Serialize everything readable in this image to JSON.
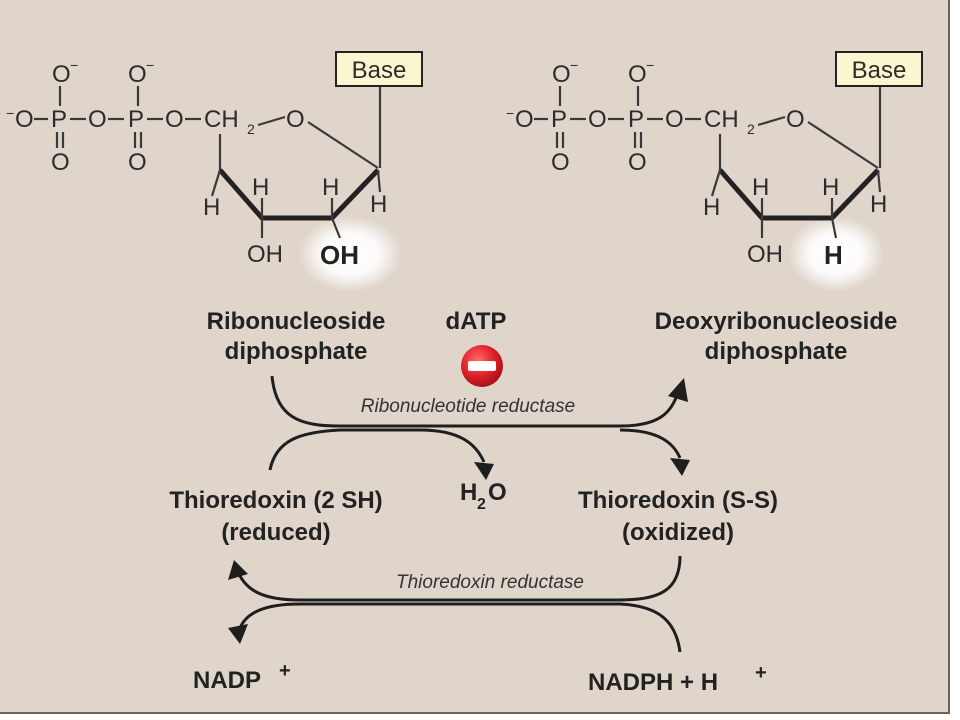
{
  "molecule_left": {
    "base_box": "Base",
    "o_minus": "O",
    "minus": "−",
    "left_minus": "−",
    "o": "O",
    "p": "P",
    "ch2": "CH",
    "ch2_sub": "2",
    "h": "H",
    "oh_3": "OH",
    "oh_2": "OH"
  },
  "molecule_right": {
    "base_box": "Base",
    "oh_3": "OH",
    "h_2": "H"
  },
  "labels": {
    "ribo_line1": "Ribonucleoside",
    "ribo_line2": "diphosphate",
    "deoxy_line1": "Deoxyribonucleoside",
    "deoxy_line2": "diphosphate",
    "datp": "dATP",
    "inhibitor_symbol": "−",
    "rnr_enzyme": "Ribonucleotide reductase",
    "h2o_main": "H",
    "h2o_sub": "2",
    "h2o_o": "O",
    "thio_red_line1": "Thioredoxin (2 SH)",
    "thio_red_line2": "(reduced)",
    "thio_ox_line1": "Thioredoxin (S-S)",
    "thio_ox_line2": "(oxidized)",
    "trr_enzyme": "Thioredoxin reductase",
    "nadp": "NADP",
    "nadp_sup": "+",
    "nadph": "NADPH + H",
    "nadph_sup": "+"
  },
  "colors": {
    "panel_bg": "#dfd5cb",
    "inhibitor_red": "#e0202a",
    "base_box_fill": "#fbf6cf",
    "glow": "#ffffff"
  },
  "icons": {
    "inhibitor": "inhibition-minus-icon"
  }
}
